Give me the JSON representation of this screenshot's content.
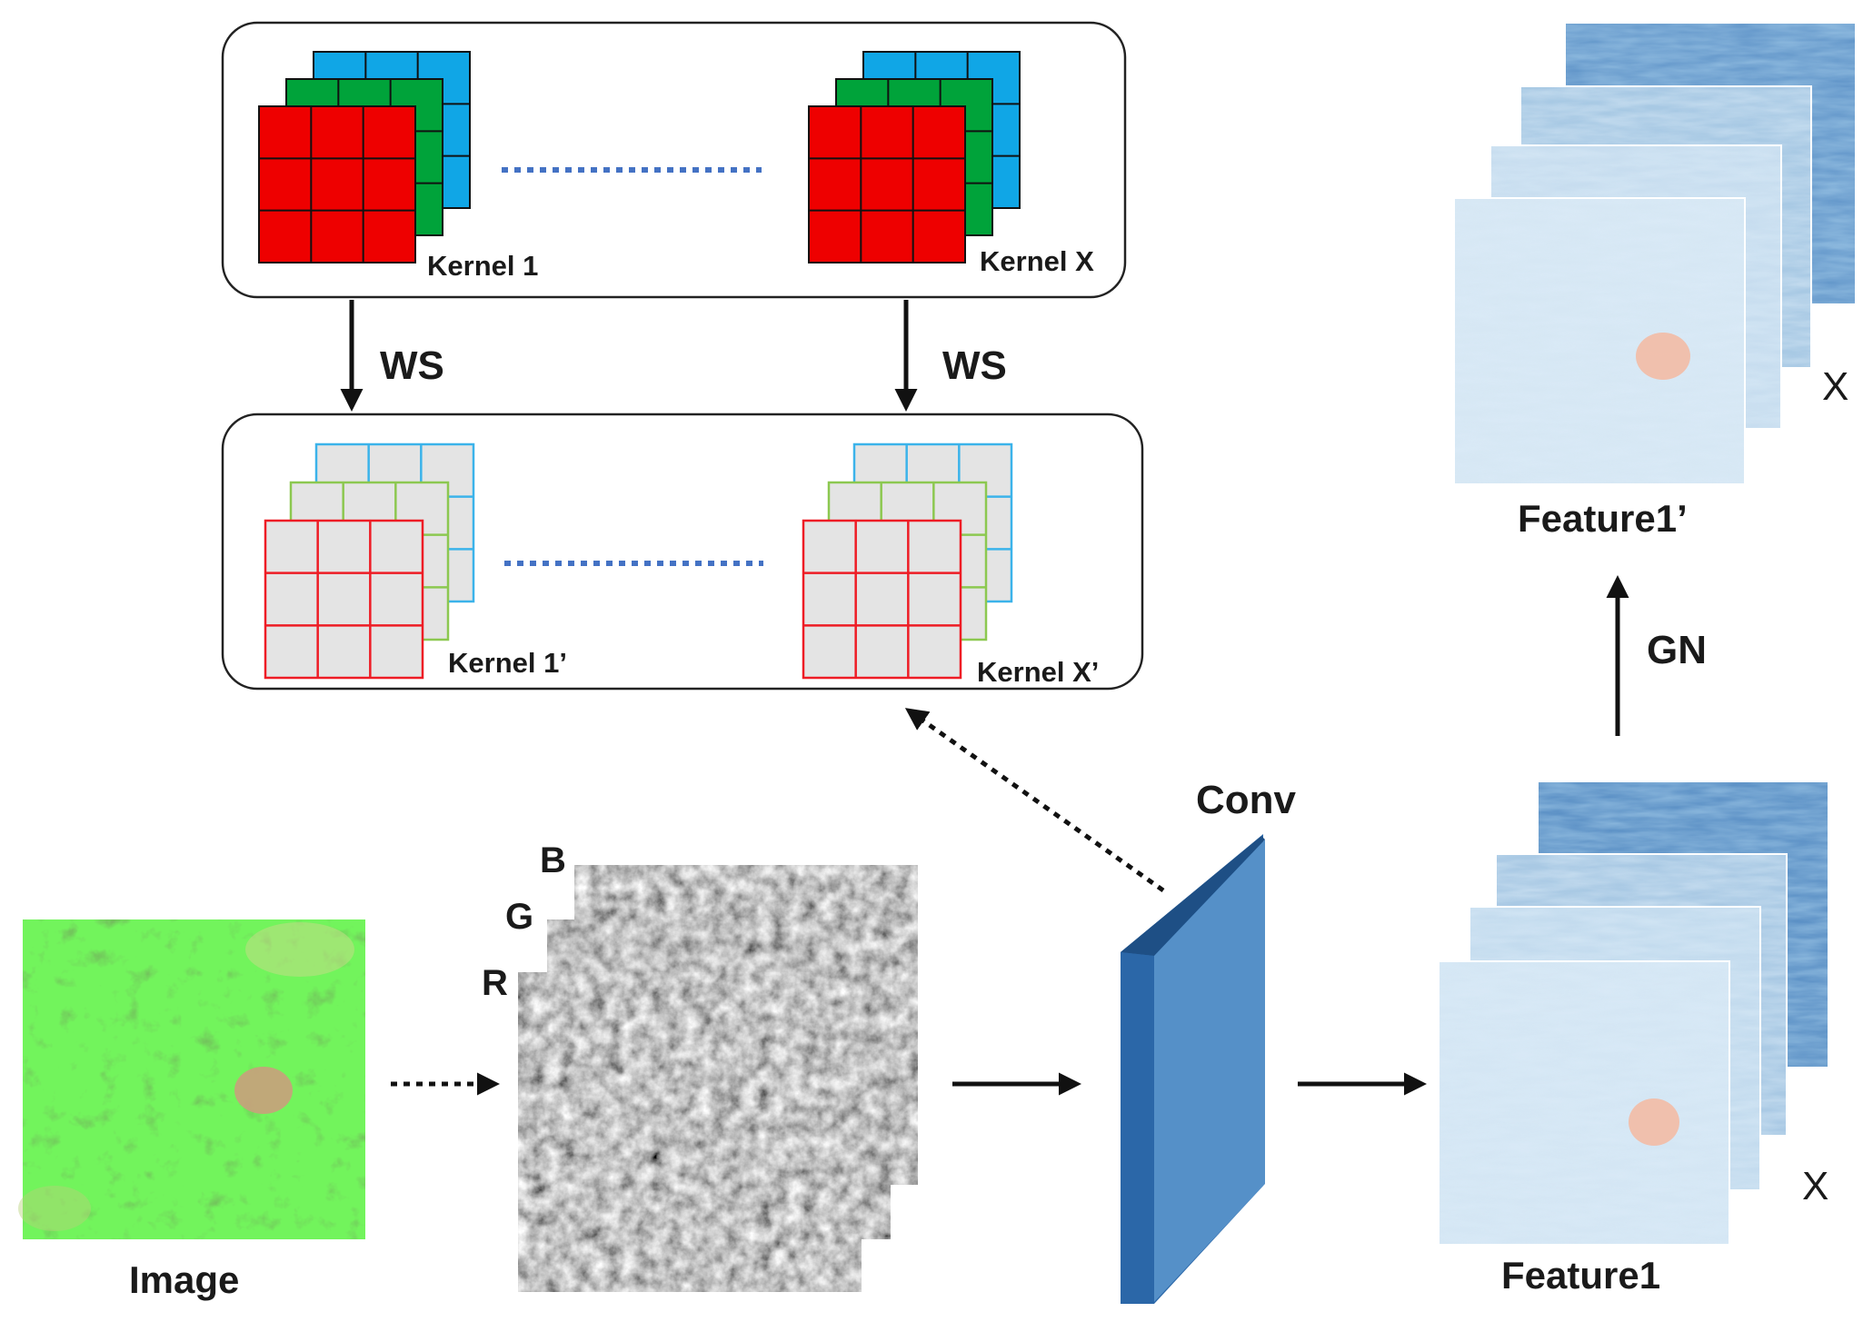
{
  "kernels": {
    "kernel_1": "Kernel 1",
    "kernel_x": "Kernel X",
    "kernel_1p": "Kernel 1’",
    "kernel_xp": "Kernel X’"
  },
  "ops": {
    "ws_left": "WS",
    "ws_right": "WS",
    "gn": "GN",
    "conv": "Conv"
  },
  "channels": {
    "b": "B",
    "g": "G",
    "r": "R"
  },
  "labels": {
    "image": "Image",
    "feature1": "Feature1",
    "feature1p": "Feature1’",
    "x_top": "X",
    "x_bottom": "X"
  },
  "colors": {
    "kernel_red": "#ee0000",
    "kernel_green": "#00a33a",
    "kernel_blue": "#10a6e6",
    "ws_fill": "#e4e4e4",
    "ws_red": "#ee1c25",
    "ws_green": "#8cc850",
    "ws_blue": "#3bb3ea",
    "dots": "#4472c4",
    "conv_front": "#5590c8",
    "conv_side": "#2b67a8",
    "forest": "#4f8f35",
    "feature": "#c8dff0"
  }
}
